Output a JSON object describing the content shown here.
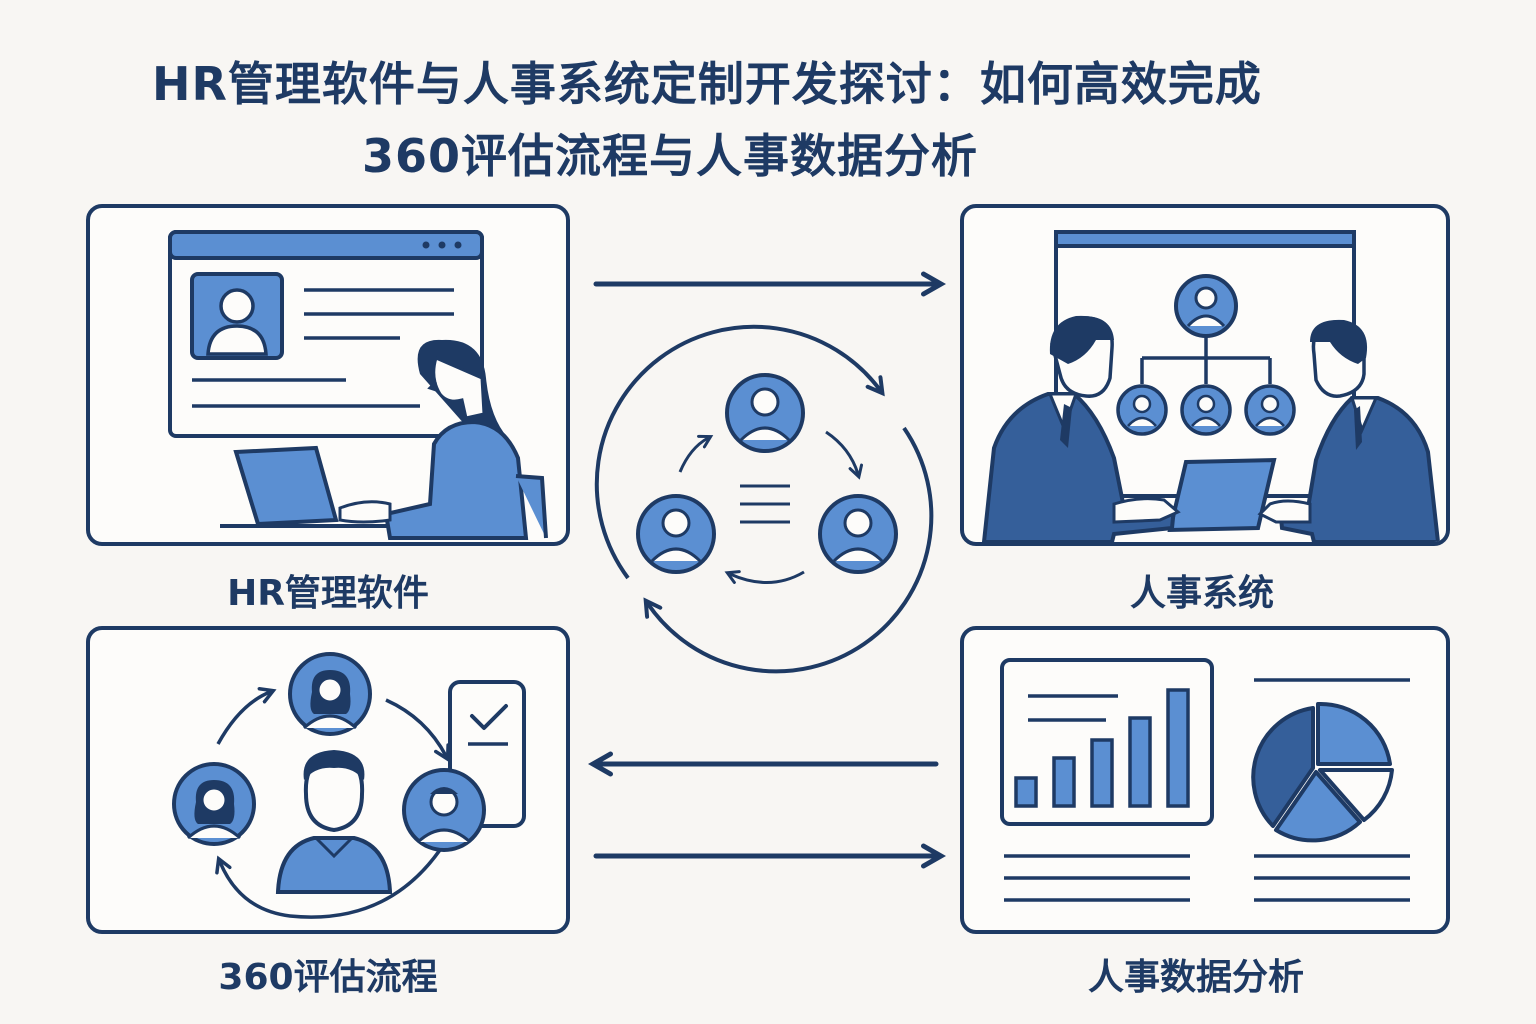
{
  "title": {
    "line1": "HR管理软件与人事系统定制开发探讨：如何高效完成",
    "line2": "360评估流程与人事数据分析"
  },
  "panels": [
    {
      "id": "hr-software",
      "label": "HR管理软件"
    },
    {
      "id": "hr-system",
      "label": "人事系统"
    },
    {
      "id": "evaluation-360",
      "label": "360评估流程"
    },
    {
      "id": "data-analysis",
      "label": "人事数据分析"
    }
  ],
  "colors": {
    "navy": "#1e3a64",
    "blue": "#5b8fd2",
    "dark_blue": "#355f9a",
    "background": "#f8f6f3"
  }
}
